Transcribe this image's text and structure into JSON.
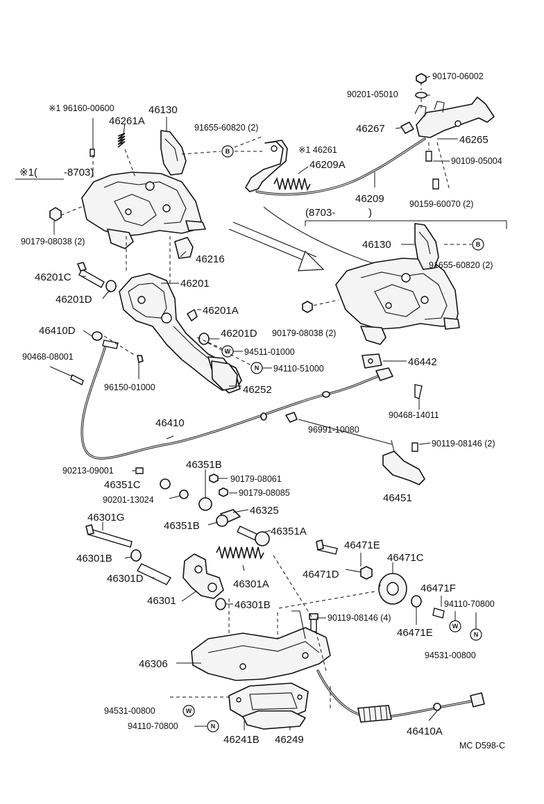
{
  "labels": {
    "l_96160": "※1 96160-00600",
    "l_46130_top": "46130",
    "l_46261A": "46261A",
    "l_91655_top": "91655-60820 (2)",
    "l_146261": "※1 46261",
    "l_note1": "※1(",
    "l_8703a": "-8703)",
    "l_90179_top": "90179-08038 (2)",
    "l_46216": "46216",
    "l_90170": "90170-06002",
    "l_90201_05010": "90201-05010",
    "l_46267": "46267",
    "l_46265": "46265",
    "l_46209A": "46209A",
    "l_90109": "90109-05004",
    "l_46209": "46209",
    "l_90159": "90159-60070 (2)",
    "l_8703b": "(8703-",
    "l_8703b_close": ")",
    "l_46130_right": "46130",
    "l_91655_right": "91655-60820 (2)",
    "l_90179_right": "90179-08038 (2)",
    "l_46201C": "46201C",
    "l_46201D_a": "46201D",
    "l_46201": "46201",
    "l_46201A": "46201A",
    "l_46201D_b": "46201D",
    "l_46410D": "46410D",
    "l_94511": "94511-01000",
    "l_90468_08001": "90468-08001",
    "l_94110_51000": "94110-51000",
    "l_96150": "96150-01000",
    "l_46252": "46252",
    "l_46442": "46442",
    "l_90468_14011": "90468-14011",
    "l_46410": "46410",
    "l_96991": "96991-10080",
    "l_90119_08146_top": "90119-08146 (2)",
    "l_90213": "90213-09001",
    "l_46351B_top": "46351B",
    "l_90179_08061": "90179-08061",
    "l_46351C": "46351C",
    "l_90179_08085": "90179-08085",
    "l_90201_13024": "90201-13024",
    "l_46325": "46325",
    "l_46451": "46451",
    "l_46351B_mid": "46351B",
    "l_46351A": "46351A",
    "l_46301G": "46301G",
    "l_46471E_top": "46471E",
    "l_46471C": "46471C",
    "l_46301B_left": "46301B",
    "l_46301D": "46301D",
    "l_46301A": "46301A",
    "l_46471D": "46471D",
    "l_46471F": "46471F",
    "l_46301": "46301",
    "l_46301B_mid": "46301B",
    "l_94110_70800_right": "94110-70800",
    "l_90119_08146_mid": "90119-08146 (4)",
    "l_46471E_bottom": "46471E",
    "l_94531_right": "94531-00800",
    "l_46306": "46306",
    "l_94531_left": "94531-00800",
    "l_94110_70800_left": "94110-70800",
    "l_46241B": "46241B",
    "l_46249": "46249",
    "l_46410A": "46410A",
    "l_mc": "MC D598-C"
  },
  "symbols": {
    "b": "B",
    "w": "W",
    "n": "N"
  }
}
